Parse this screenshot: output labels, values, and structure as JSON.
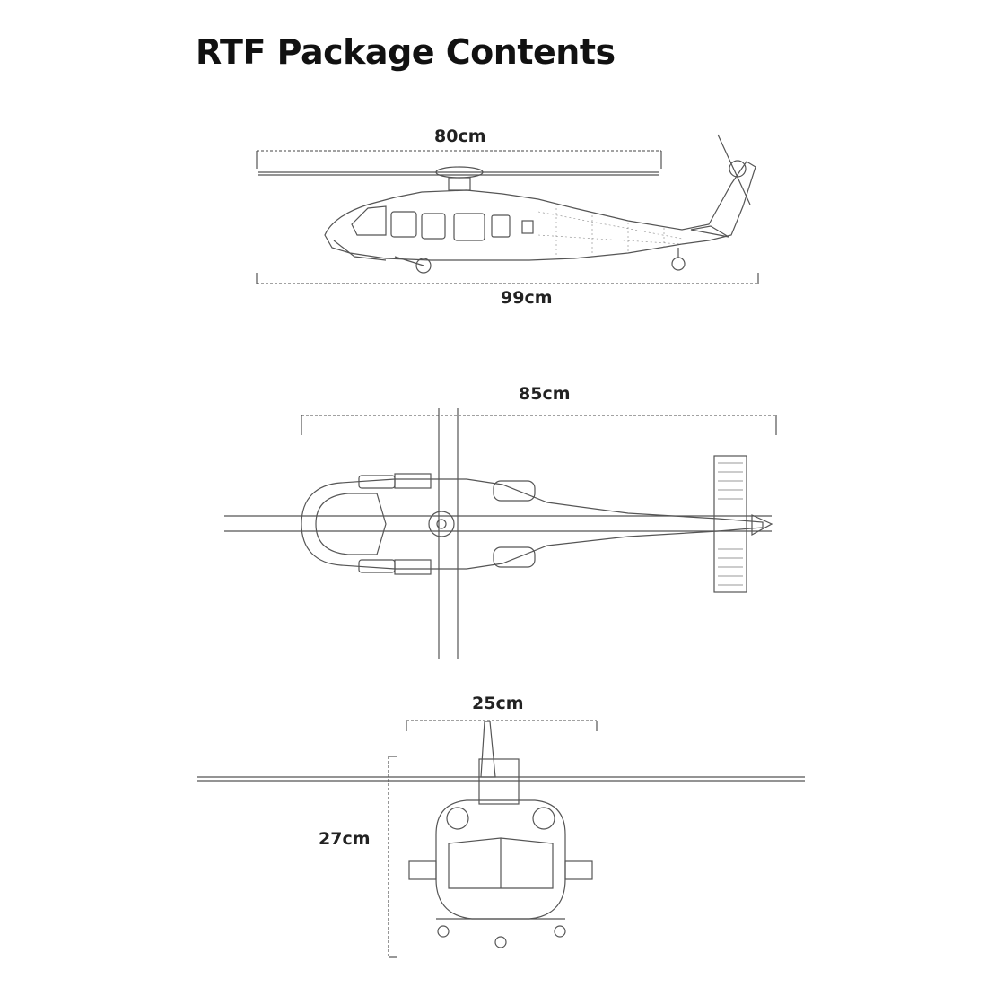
{
  "page": {
    "title": "RTF Package Contents"
  },
  "side_view": {
    "rotor_span": "80cm",
    "length": "99cm"
  },
  "top_view": {
    "length": "85cm"
  },
  "front_view": {
    "width": "25cm",
    "height": "27cm"
  },
  "colors": {
    "line": "#555555",
    "text": "#222222",
    "background": "#ffffff"
  }
}
